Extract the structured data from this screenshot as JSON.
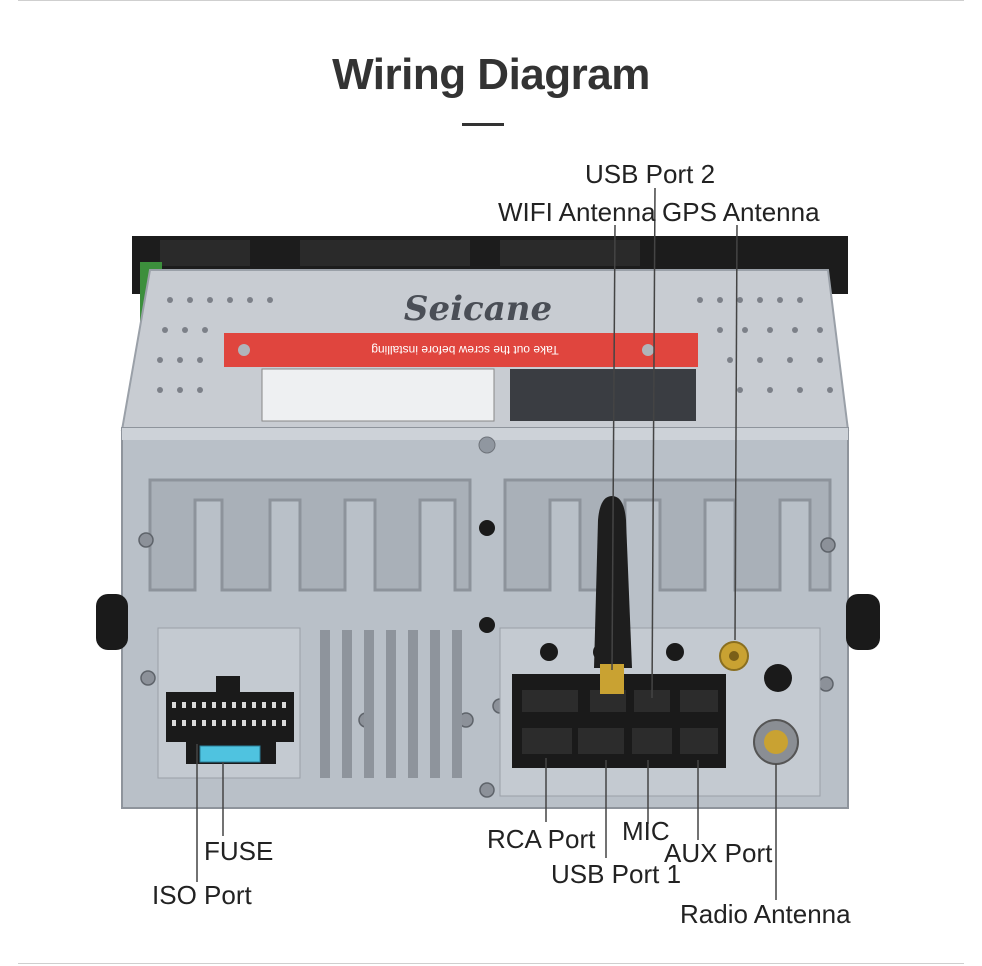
{
  "title": "Wiring Diagram",
  "brand": "Seicane",
  "sticker_text": "Take out the screw before installing",
  "labels": {
    "usb_port_2": "USB Port 2",
    "wifi_antenna": "WIFI Antenna",
    "gps_antenna": "GPS Antenna",
    "fuse": "FUSE",
    "iso_port": "ISO Port",
    "rca_port": "RCA Port",
    "mic": "MIC",
    "usb_port_1": "USB Port 1",
    "aux_port": "AUX Port",
    "radio_antenna": "Radio Antenna"
  },
  "colors": {
    "chassis": "#b9c0c8",
    "top_cover": "#c8ccd2",
    "sticker": "#e0453e",
    "antenna": "#1e1e1e",
    "gold": "#c9a232"
  }
}
